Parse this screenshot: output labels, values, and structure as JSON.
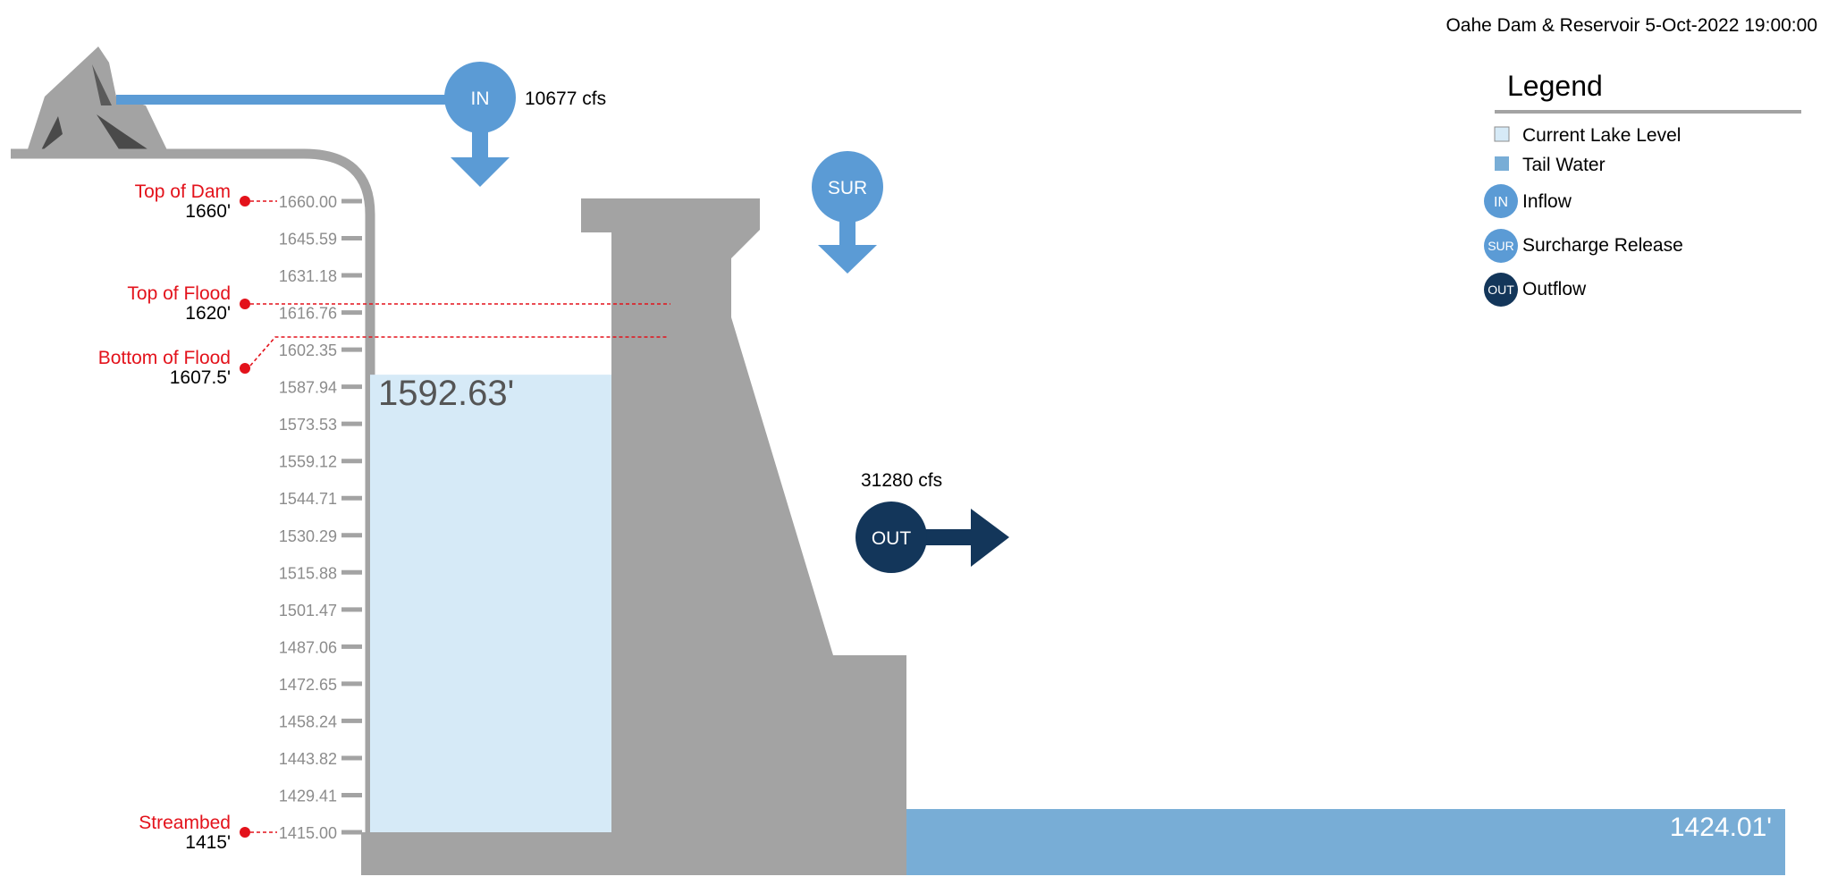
{
  "header": {
    "title": "Oahe Dam & Reservoir 5-Oct-2022 19:00:00"
  },
  "legend": {
    "title": "Legend",
    "items": [
      {
        "key": "current_lake",
        "label": "Current Lake Level",
        "color": "#d6eaf7"
      },
      {
        "key": "tail_water",
        "label": "Tail Water",
        "color": "#78add6"
      },
      {
        "key": "inflow",
        "label": "Inflow",
        "badge": "IN",
        "color": "#5b9bd5"
      },
      {
        "key": "surcharge",
        "label": "Surcharge Release",
        "badge": "SUR",
        "color": "#5b9bd5"
      },
      {
        "key": "outflow",
        "label": "Outflow",
        "badge": "OUT",
        "color": "#13365a"
      }
    ]
  },
  "flows": {
    "inflow": {
      "badge": "IN",
      "value": "10677 cfs"
    },
    "surcharge": {
      "badge": "SUR",
      "value": ""
    },
    "outflow": {
      "badge": "OUT",
      "value": "31280 cfs"
    }
  },
  "levels": {
    "lake": {
      "elevation": 1592.63,
      "label": "1592.63'"
    },
    "tail_water": {
      "elevation": 1424.01,
      "label": "1424.01'"
    }
  },
  "markers": {
    "top_of_dam": {
      "name": "Top of Dam",
      "value": "1660'",
      "elevation": 1660
    },
    "top_of_flood": {
      "name": "Top of Flood",
      "value": "1620'",
      "elevation": 1620
    },
    "bottom_of_flood": {
      "name": "Bottom of Flood",
      "value": "1607.5'",
      "elevation": 1607.5
    },
    "streambed": {
      "name": "Streambed",
      "value": "1415'",
      "elevation": 1415
    }
  },
  "scale": {
    "ticks": [
      "1660.00",
      "1645.59",
      "1631.18",
      "1616.76",
      "1602.35",
      "1587.94",
      "1573.53",
      "1559.12",
      "1544.71",
      "1530.29",
      "1515.88",
      "1501.47",
      "1487.06",
      "1472.65",
      "1458.24",
      "1443.82",
      "1429.41",
      "1415.00"
    ],
    "min": 1415,
    "max": 1660
  },
  "colors": {
    "dam": "#a3a3a3",
    "lake": "#d6eaf7",
    "tail_water": "#78add6",
    "flow_light": "#5b9bd5",
    "flow_dark": "#13365a",
    "marker_red": "#e3121b",
    "tick_text": "#8c8c8c"
  }
}
